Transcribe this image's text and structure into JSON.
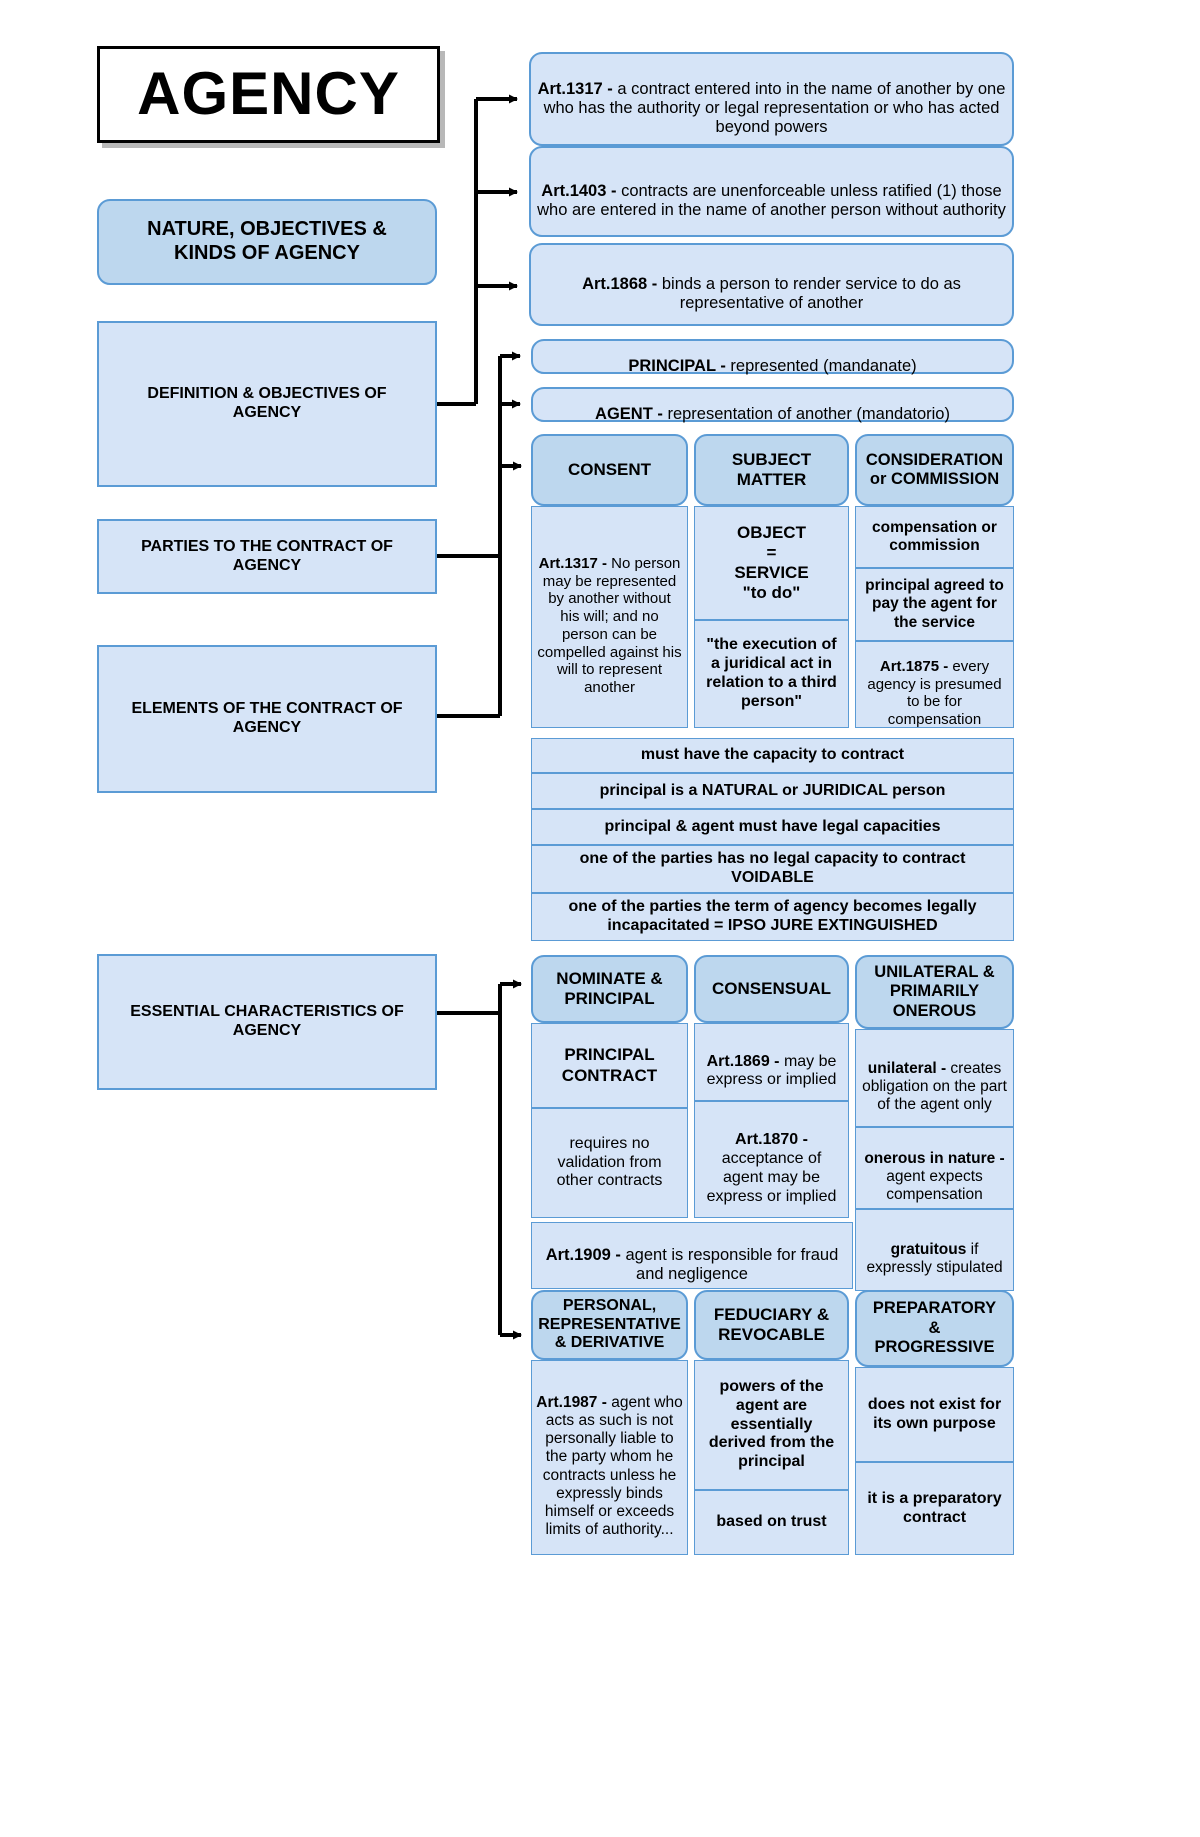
{
  "title": {
    "label": "AGENCY"
  },
  "colors": {
    "node_fill_light": "#d6e4f7",
    "node_fill_header": "#bdd7ee",
    "node_border": "#5b9bd5",
    "title_border": "#000000",
    "connector": "#000000",
    "text": "#000000"
  },
  "left_branches": [
    {
      "id": "nature",
      "label": "NATURE, OBJECTIVES &\nKINDS OF AGENCY"
    },
    {
      "id": "definition",
      "label": "DEFINITION & OBJECTIVES OF\nAGENCY"
    },
    {
      "id": "parties",
      "label": "PARTIES TO THE CONTRACT OF\nAGENCY"
    },
    {
      "id": "elements",
      "label": "ELEMENTS OF THE CONTRACT OF\nAGENCY"
    },
    {
      "id": "essential",
      "label": "ESSENTIAL CHARACTERISTICS OF\nAGENCY"
    }
  ],
  "articles_top": [
    {
      "id": "art1317",
      "lead": "Art.1317 -",
      "body": " a contract entered into in the name of another by one who has the authority or legal representation or who has acted beyond powers"
    },
    {
      "id": "art1403",
      "lead": "Art.1403 -",
      "body": " contracts are unenforceable unless ratified (1) those who are entered in the name of another person without authority"
    },
    {
      "id": "art1868",
      "lead": "Art.1868 -",
      "body": " binds a person to render service to do as representative of another"
    }
  ],
  "parties_rows": [
    {
      "id": "principal",
      "lead": "PRINCIPAL -",
      "body": " represented (mandanate)"
    },
    {
      "id": "agent",
      "lead": "AGENT -",
      "body": " representation of another (mandatorio)"
    }
  ],
  "elements_columns": [
    {
      "id": "consent",
      "header": "CONSENT",
      "cells": [
        {
          "id": "consent-art1317",
          "lead": "Art.1317 -",
          "body": " No person may be represented by another without his will; and no person can be compelled against his will to represent another",
          "bold": false
        }
      ]
    },
    {
      "id": "subject-matter",
      "header": "SUBJECT\nMATTER",
      "cells": [
        {
          "id": "object-service",
          "lead": "",
          "body": "OBJECT\n=\nSERVICE\n\"to do\"",
          "bold": true
        },
        {
          "id": "juridical-act",
          "lead": "",
          "body": "\"the execution of a juridical act in relation to a third person\"",
          "bold": true
        }
      ]
    },
    {
      "id": "consideration",
      "header": "CONSIDERATION\nor COMMISSION",
      "cells": [
        {
          "id": "compensation",
          "lead": "",
          "body": "compensation or commission",
          "bold": true
        },
        {
          "id": "principal-agreed",
          "lead": "",
          "body": "principal agreed to pay the agent for the service",
          "bold": true
        },
        {
          "id": "art1875",
          "lead": "Art.1875 -",
          "body": " every agency is presumed to be for compensation",
          "bold": false
        }
      ]
    }
  ],
  "capacity_rows": [
    {
      "id": "capacity-1",
      "label": "must have the capacity to contract"
    },
    {
      "id": "capacity-2",
      "label": "principal is a NATURAL or JURIDICAL person"
    },
    {
      "id": "capacity-3",
      "label": "principal & agent must have legal capacities"
    },
    {
      "id": "capacity-4",
      "label": "one of the parties has no legal capacity to contract VOIDABLE"
    },
    {
      "id": "capacity-5",
      "label": "one of the parties the term of agency becomes legally incapacitated = IPSO JURE EXTINGUISHED"
    }
  ],
  "characteristics_row1": [
    {
      "id": "nominate-principal",
      "header": "NOMINATE &\nPRINCIPAL",
      "cells": [
        {
          "id": "principal-contract",
          "lead": "",
          "body": "PRINCIPAL\nCONTRACT",
          "bold": true
        },
        {
          "id": "requires-no-validation",
          "lead": "",
          "body": "requires no validation from other contracts",
          "bold": false
        }
      ]
    },
    {
      "id": "consensual",
      "header": "CONSENSUAL",
      "cells": [
        {
          "id": "art1869",
          "lead": "Art.1869 -",
          "body": " may be express or implied",
          "bold": false
        },
        {
          "id": "art1870",
          "lead": "Art.1870 -",
          "body": " acceptance of agent may be express or implied",
          "bold": false
        }
      ]
    },
    {
      "id": "unilateral-onerous",
      "header": "UNILATERAL &\nPRIMARILY\nONEROUS",
      "cells": [
        {
          "id": "unilateral",
          "lead": "unilateral -",
          "body": " creates obligation on the part of the agent only",
          "bold": false
        },
        {
          "id": "onerous",
          "lead": "onerous in nature -",
          "body": " agent expects compensation",
          "bold": false
        },
        {
          "id": "gratuitous",
          "lead": "gratuitous",
          "body": " if expressly stipulated",
          "bold": false
        }
      ]
    }
  ],
  "art1909": {
    "id": "art1909",
    "lead": "Art.1909 -",
    "body": " agent is responsible for fraud and negligence"
  },
  "characteristics_row2": [
    {
      "id": "personal-representative",
      "header": "PERSONAL,\nREPRESENTATIVE\n& DERIVATIVE",
      "cells": [
        {
          "id": "art1987",
          "lead": "Art.1987 -",
          "body": " agent who acts as such is not personally liable to the party whom he contracts unless he expressly binds himself or exceeds limits of authority...",
          "bold": false
        }
      ]
    },
    {
      "id": "feduciary-revocable",
      "header": "FEDUCIARY &\nREVOCABLE",
      "cells": [
        {
          "id": "powers-derived",
          "lead": "",
          "body": "powers of the agent are essentially derived from the principal",
          "bold": true
        },
        {
          "id": "based-on-trust",
          "lead": "",
          "body": "based on trust",
          "bold": true
        }
      ]
    },
    {
      "id": "preparatory-progressive",
      "header": "PREPARATORY\n&\nPROGRESSIVE",
      "cells": [
        {
          "id": "does-not-exist",
          "lead": "",
          "body": "does not exist for its own purpose",
          "bold": true
        },
        {
          "id": "preparatory-contract",
          "lead": "",
          "body": "it is a preparatory contract",
          "bold": true
        }
      ]
    }
  ]
}
